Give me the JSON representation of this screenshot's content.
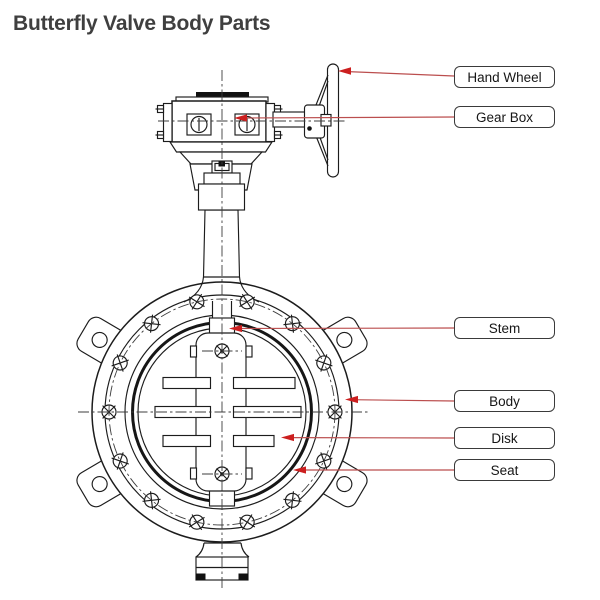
{
  "title": "Butterfly Valve Body Parts",
  "diagram": {
    "description": "Technical line drawing of a flanged butterfly valve, front view, with gear box and side-view hand wheel on top",
    "part_count": 6
  },
  "labels": [
    {
      "text": "Hand Wheel"
    },
    {
      "text": "Gear Box"
    },
    {
      "text": "Stem"
    },
    {
      "text": "Body"
    },
    {
      "text": "Disk"
    },
    {
      "text": "Seat"
    }
  ],
  "colors": {
    "background": "#ffffff",
    "drawing_line": "#1c1c1c",
    "title_text": "#3f3f3f",
    "label_border": "#3a3a3a",
    "leader_line": "#bb4e4e",
    "arrow_red": "#cc1f1f"
  }
}
